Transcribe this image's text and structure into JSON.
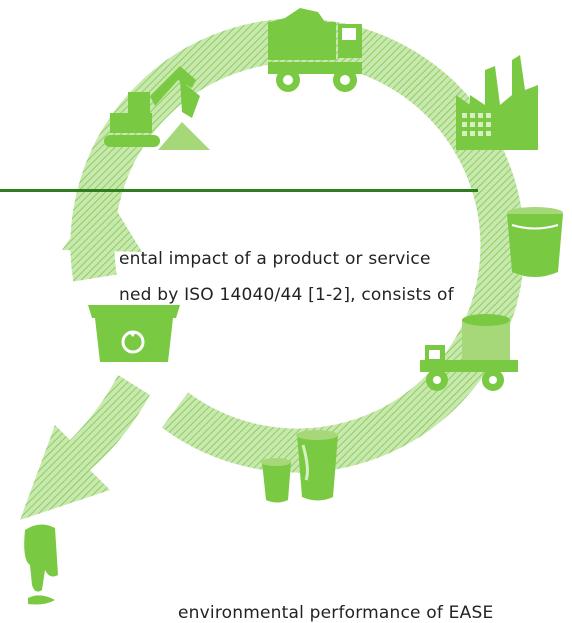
{
  "text_lines": {
    "line1": "ental impact of a product or service",
    "line2": "ned by ISO 14040/44 [1-2], consists of",
    "line3": "environmental performance of EASE"
  },
  "colors": {
    "icon_green": "#7ac943",
    "light_green": "#a6d87a",
    "hatch_green": "#8ccf5e",
    "rule_green": "#2e7d1f",
    "text": "#222222"
  },
  "icons": [
    "dump-truck-icon",
    "factory-icon",
    "paint-bucket-icon",
    "delivery-truck-icon",
    "paint-cans-icon",
    "paint-splash-icon",
    "recycling-bin-icon",
    "excavator-icon"
  ]
}
